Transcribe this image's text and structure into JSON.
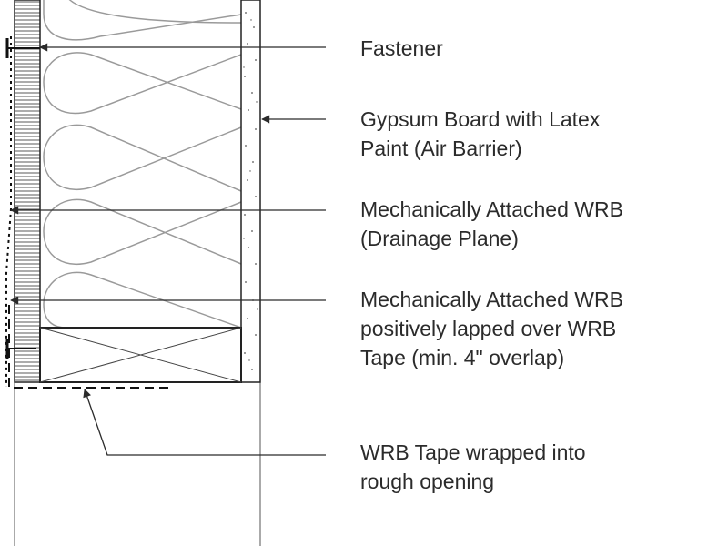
{
  "labels": {
    "fastener": [
      "Fastener"
    ],
    "gypsum": [
      "Gypsum Board with Latex",
      "Paint (Air Barrier)"
    ],
    "wrb_drainage": [
      "Mechanically Attached WRB",
      "(Drainage Plane)"
    ],
    "wrb_lapped": [
      "Mechanically Attached WRB",
      "positively lapped over WRB",
      "Tape (min. 4\" overlap)"
    ],
    "wrb_tape": [
      "WRB Tape wrapped into",
      "rough opening"
    ]
  }
}
